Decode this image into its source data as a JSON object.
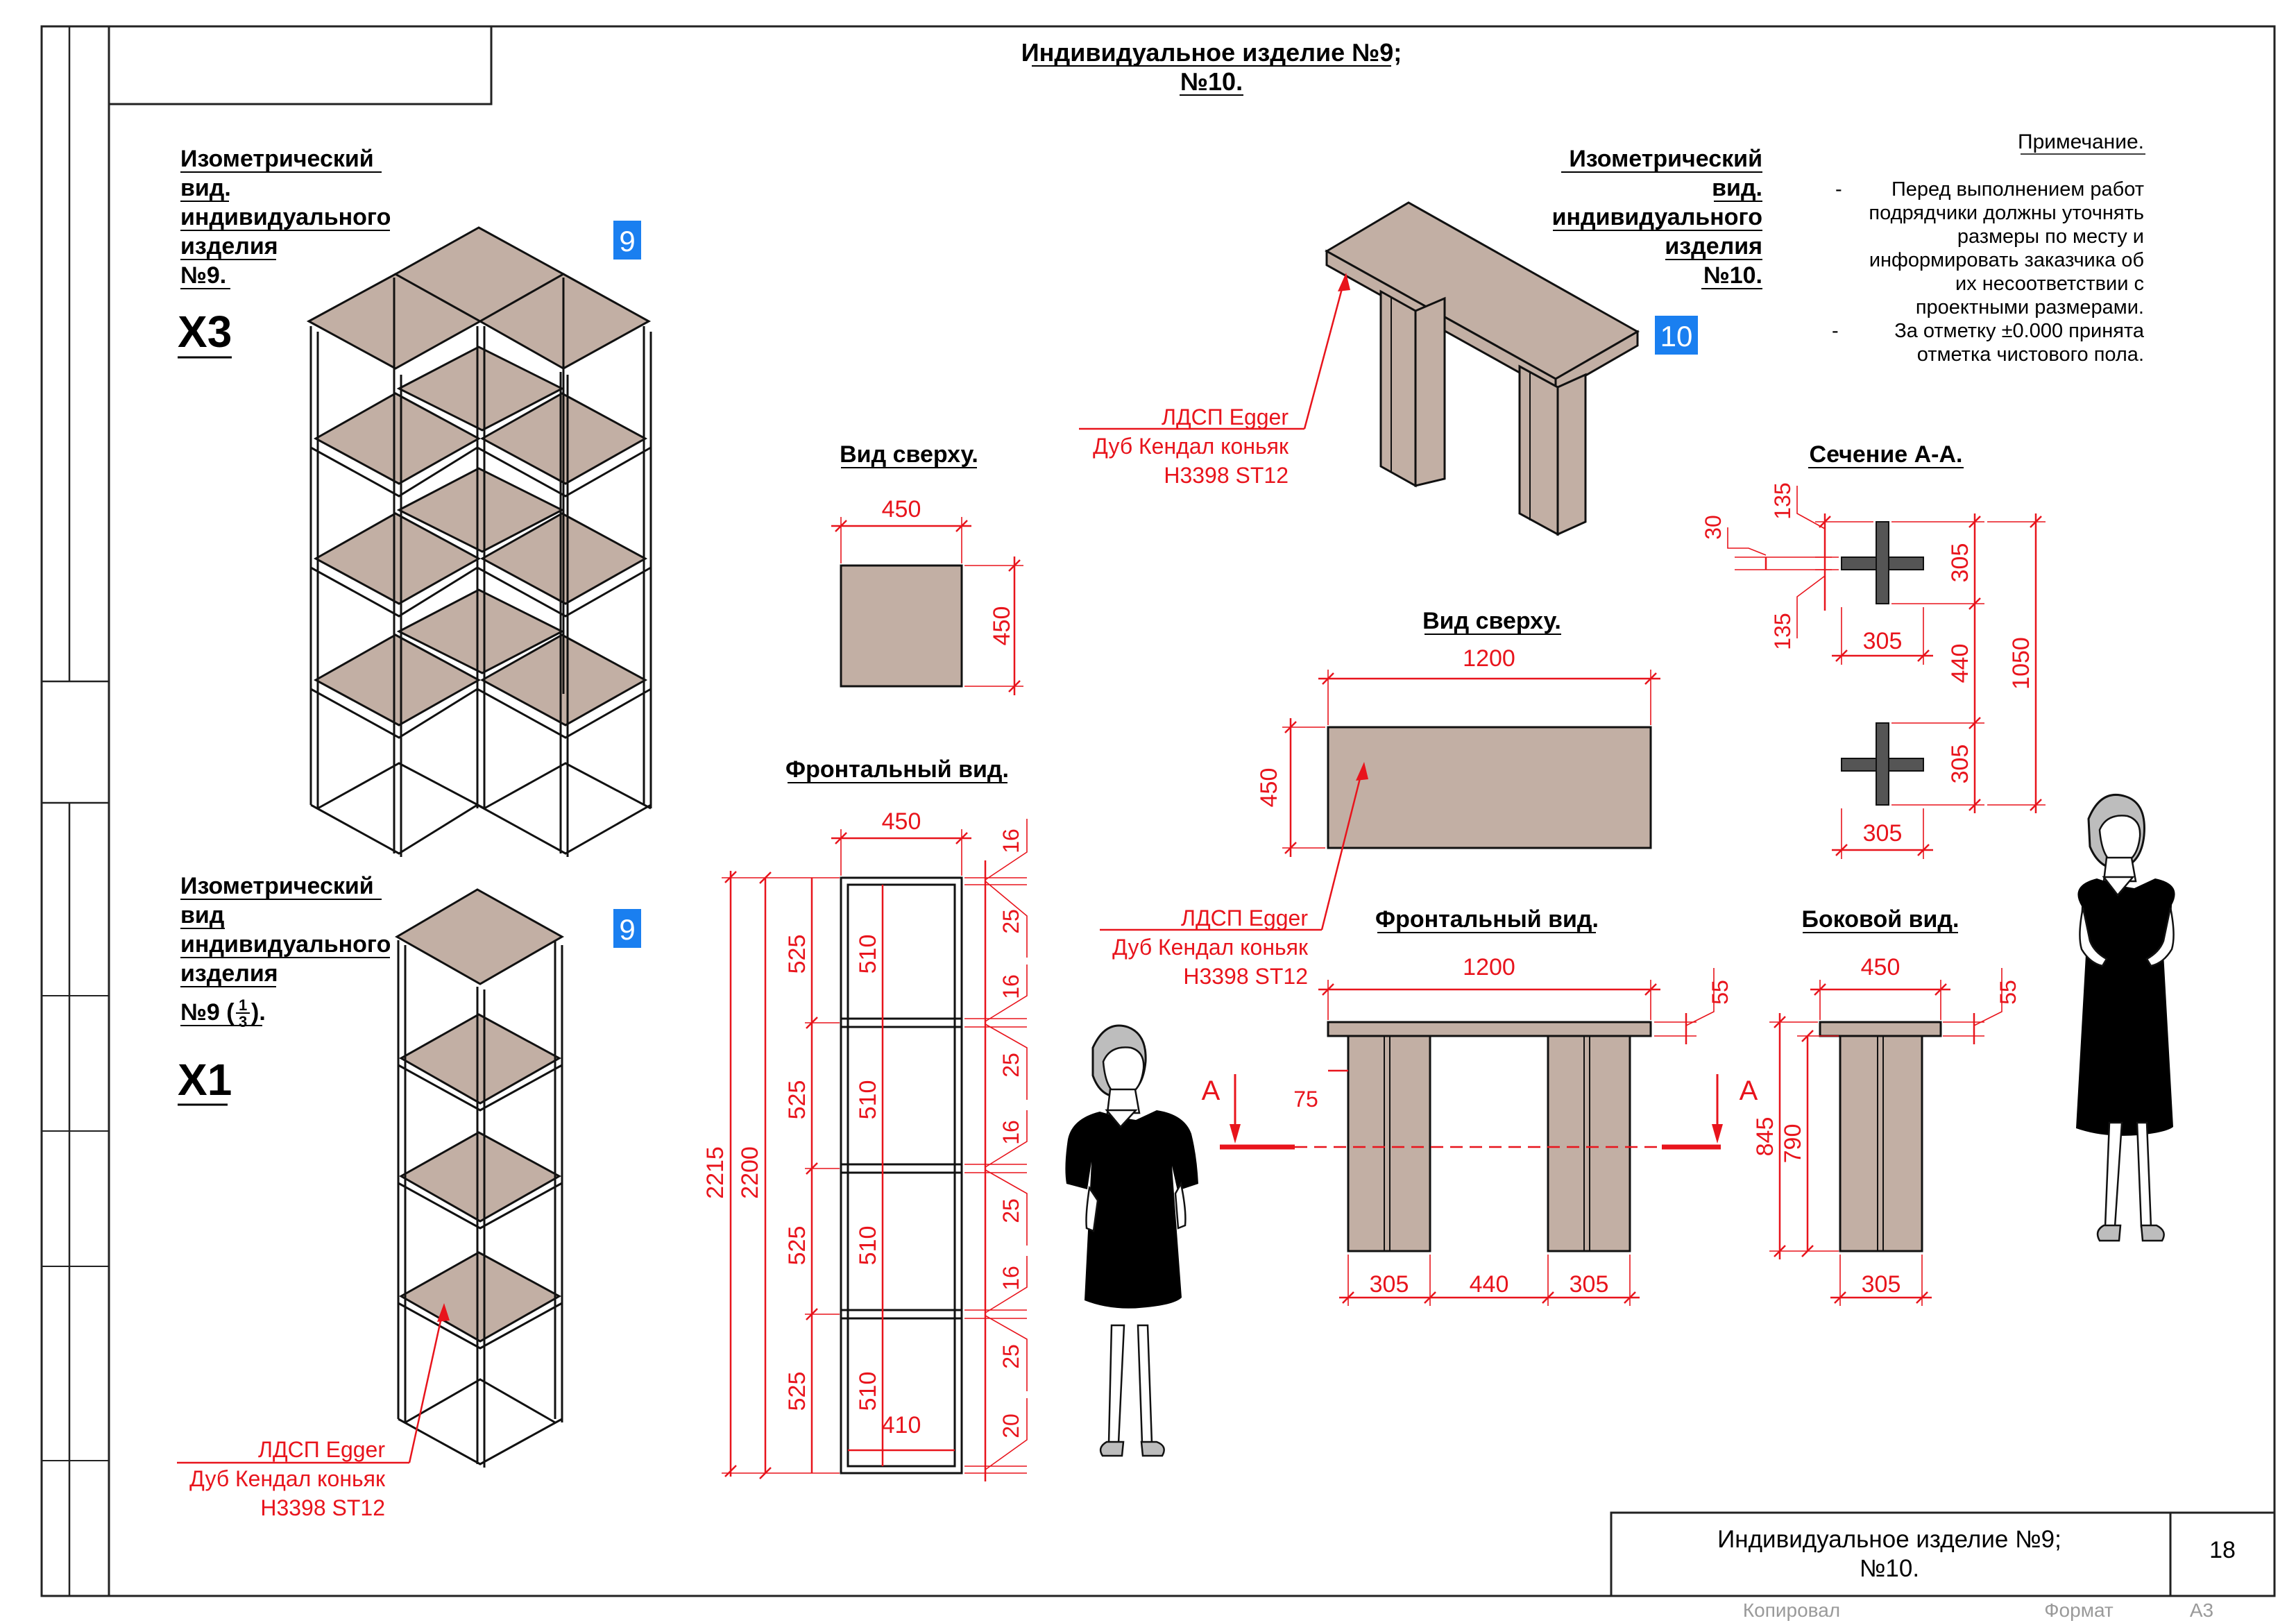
{
  "sheet": {
    "title_line1": "Индивидуальное изделие №9;",
    "title_line2": "№10.",
    "page_number": "18",
    "footer_copied": "Копировал",
    "footer_format": "Формат",
    "footer_format_value": "А3"
  },
  "note": {
    "heading": "Примечание.",
    "item1_marker": "-",
    "item1_lines": [
      "Перед выполнением работ",
      "подрядчики должны уточнять",
      "размеры по месту и",
      "информировать заказчика об",
      "их несоответствии с",
      "проектными размерами."
    ],
    "item2_marker": "-",
    "item2_lines": [
      "За отметку ±0.000 принята",
      "отметка чистового пола."
    ]
  },
  "item9": {
    "iso_title_lines": [
      "Изометрический",
      "вид.",
      "индивидуального",
      "изделия",
      "№9."
    ],
    "quantity": "X3",
    "badge": "9",
    "iso_single_title_lines": [
      "Изометрический",
      "вид",
      "индивидуального",
      "изделия"
    ],
    "single_fraction_prefix": "№9 (",
    "single_fraction_num": "1",
    "single_fraction_den": "3",
    "single_fraction_suffix": ").",
    "single_quantity": "X1",
    "single_badge": "9",
    "material_lines": [
      "ЛДСП Egger",
      "Дуб Кендал коньяк",
      "H3398 ST12"
    ],
    "top_view_title": "Вид сверху.",
    "front_view_title": "Фронтальный вид.",
    "top_dims": {
      "width": "450",
      "depth": "450"
    },
    "front_dims": {
      "width": "450",
      "inner_width": "410",
      "total": "2215",
      "frame_height": "2200",
      "module": "525",
      "cell": "510",
      "shelf": "16",
      "gap": "25",
      "bottom": "20"
    }
  },
  "item10": {
    "iso_title_lines": [
      "Изометрический",
      "вид.",
      "индивидуального",
      "изделия",
      "№10."
    ],
    "badge": "10",
    "material_lines": [
      "ЛДСП Egger",
      "Дуб Кендал коньяк",
      "H3398 ST12"
    ],
    "top_view_title": "Вид сверху.",
    "front_view_title": "Фронтальный вид.",
    "side_view_title": "Боковой вид.",
    "section_title": "Сечение А-А.",
    "section_mark": "А",
    "top_dims": {
      "length": "1200",
      "depth": "450"
    },
    "front_dims": {
      "length": "1200",
      "top": "55",
      "leg_offset": "75",
      "height": "845",
      "leg_height": "790",
      "leg": "305",
      "gap": "440"
    },
    "side_dims": {
      "depth": "450",
      "top": "55",
      "leg": "305"
    },
    "section_dims": {
      "arm": "135",
      "rib": "30",
      "leg": "305",
      "gap": "440",
      "total": "1050"
    }
  },
  "colors": {
    "wood": "#c2afa4",
    "dimension": "#e8141c",
    "badge": "#1a7ff0"
  }
}
